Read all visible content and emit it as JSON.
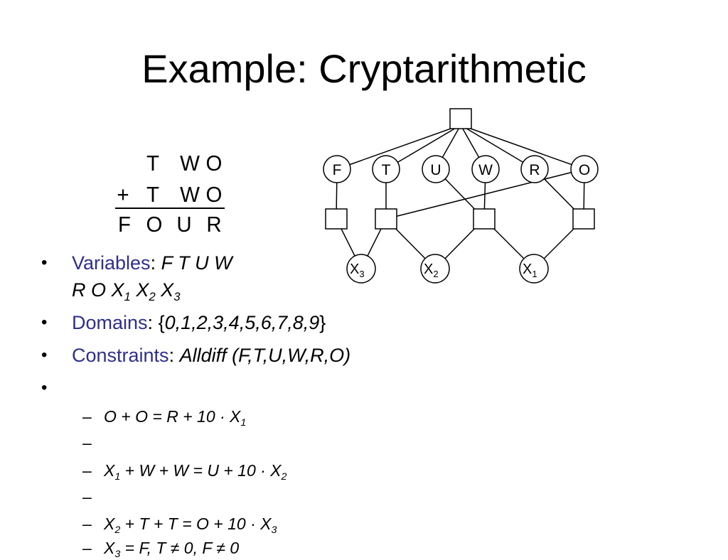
{
  "slide": {
    "title": "Example: Cryptarithmetic"
  },
  "puzzle": {
    "row1": [
      "T",
      "W",
      "O"
    ],
    "plus_sign": "+",
    "row2": [
      "T",
      "W",
      "O"
    ],
    "result": [
      "F",
      "O",
      "U",
      "R"
    ]
  },
  "graph": {
    "variable_nodes": [
      "F",
      "T",
      "U",
      "W",
      "R",
      "O"
    ],
    "aux_nodes": [
      "X3",
      "X2",
      "X1"
    ]
  },
  "bullets": {
    "variables_label": "Variables",
    "variables_sep": ":",
    "variables_line1": "F T U W",
    "variables_line2_prefix": "R O",
    "domains_label": "Domains",
    "domains_value": "{0,1,2,3,4,5,6,7,8,9}",
    "domains_open": "{",
    "domains_inner": "0,1,2,3,4,5,6,7,8,9",
    "domains_close": "}",
    "constraints_label": "Constraints",
    "constraints_value": "Alldiff (F,T,U,W,R,O)",
    "bullet_glyph": "•",
    "dash_glyph": "–"
  },
  "constraints": {
    "c1_prefix": "O + O = R + 10 · X",
    "c1_sub": "1",
    "c2_x": "X",
    "c2_xsub": "1",
    "c2_rest": " + W + W = U + 10 · X",
    "c2_sub": "2",
    "c3_x": "X",
    "c3_xsub": "2",
    "c3_rest": " + T + T = O + 10 · X",
    "c3_sub": "3",
    "c4_x": "X",
    "c4_xsub": "3",
    "c4_rest": " = F, T ≠ 0, F ≠ 0"
  }
}
